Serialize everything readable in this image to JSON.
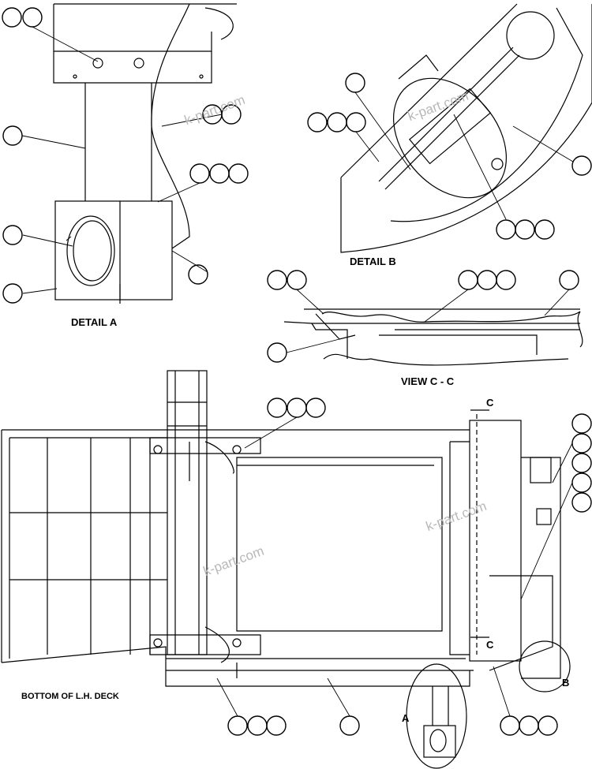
{
  "labels": {
    "detail_a": "DETAIL A",
    "detail_b": "DETAIL B",
    "view_cc": "VIEW C - C",
    "bottom_deck": "BOTTOM OF L.H. DECK",
    "marker_a": "A",
    "marker_b": "B",
    "marker_c_top": "C",
    "marker_c_bottom": "C"
  },
  "watermark": "k-part.com",
  "colors": {
    "line": "#000000",
    "watermark": "#b8b8b8"
  }
}
